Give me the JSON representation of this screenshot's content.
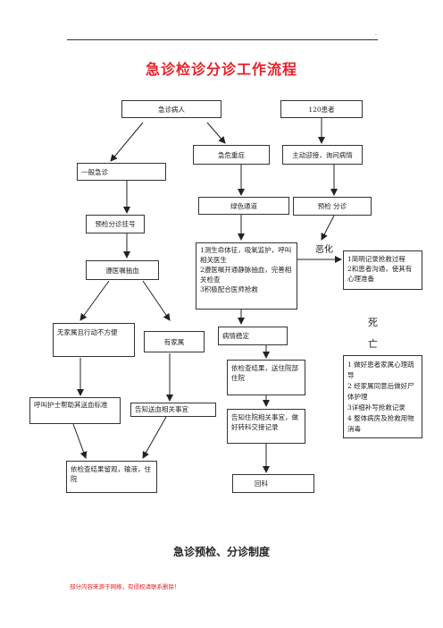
{
  "title": "急诊检诊分诊工作流程",
  "section_title": "急诊预检、分诊制度",
  "footer": "部分内容来源于网络，有侵权请联系删除！",
  "header_mark": "·",
  "nodes": {
    "emergency_patient": "急诊病人",
    "patient_120": "120患者",
    "general_emergency": "一般急诊",
    "critical": "急危重症",
    "active_greet": "主动迎接，询问病情",
    "precheck_register": "预检分诊挂号",
    "green_channel": "绿色通道",
    "precheck_triage": "预检  分诊",
    "vital_signs": "1测生命体征，吸氧监护，呼叫相关医生\n2遵医嘱开通静脉抽血，完善相关检查\n3积极配合医师抢救",
    "simple_record": "1简明记录抢救过程\n2和患者沟通，使其有心理准备",
    "blood_draw": "遵医嘱抽血",
    "no_family": "无家属且行动不方便",
    "has_family": "有家属",
    "stable": "病情稳定",
    "death_care": "1 做好患者家属心理疏导\n2 经家属同意后做好尸体护理\n3详细补写抢救记录\n4 整体病房及抢救用物消毒",
    "call_nurse": "呼叫护士帮助其送血标准",
    "inform_send_blood": "告知送血相关事宜",
    "admit_by_results": "依检查结果，送住院部住院",
    "inform_admission": "告知住院相关事宜，做好转科交接记录",
    "observe_by_results": "依检查结果留观，输液，住院",
    "return_dept": "回科"
  },
  "labels": {
    "worsen": "恶化",
    "death_1": "死",
    "death_2": "亡"
  }
}
